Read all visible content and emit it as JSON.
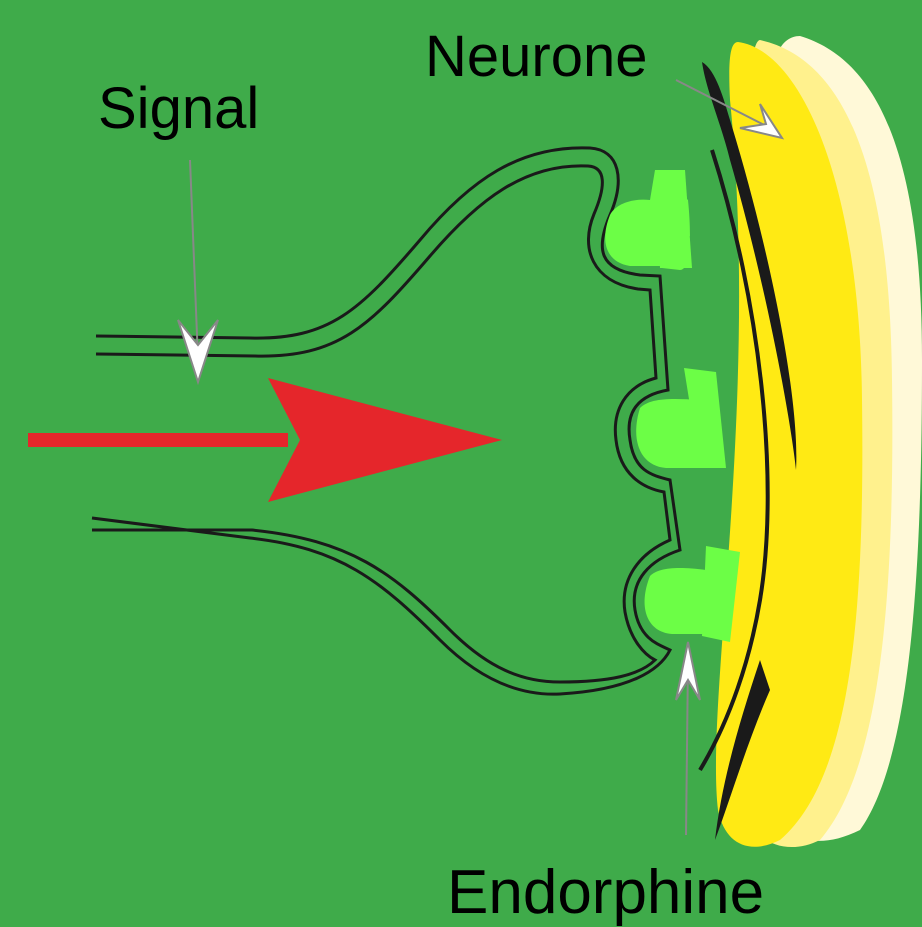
{
  "labels": {
    "signal": "Signal",
    "neurone": "Neurone",
    "endorphine": "Endorphine"
  },
  "colors": {
    "background": "#3fab4a",
    "signal_arrow": "#e5262b",
    "receptor": "#6cfe46",
    "neurone_inner": "#ffea14",
    "neurone_mid": "#fff18d",
    "neurone_outer": "#fff9d8",
    "outline": "#1a1a1a",
    "pointer": "#dddddd"
  }
}
